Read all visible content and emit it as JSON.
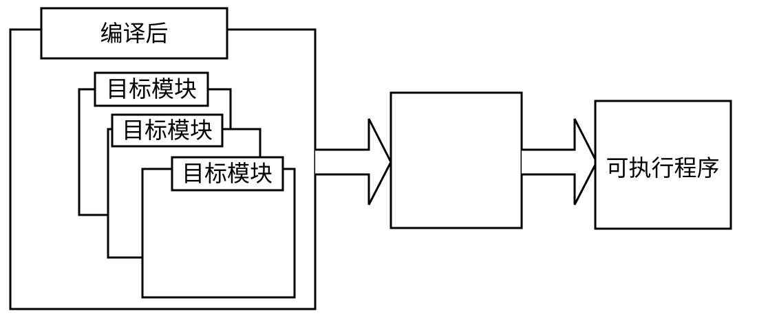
{
  "container": {
    "label": "编译后"
  },
  "modules": [
    {
      "label": "目标模块"
    },
    {
      "label": "目标模块"
    },
    {
      "label": "目标模块"
    }
  ],
  "linker": {
    "label": ""
  },
  "output": {
    "label": "可执行程序"
  }
}
